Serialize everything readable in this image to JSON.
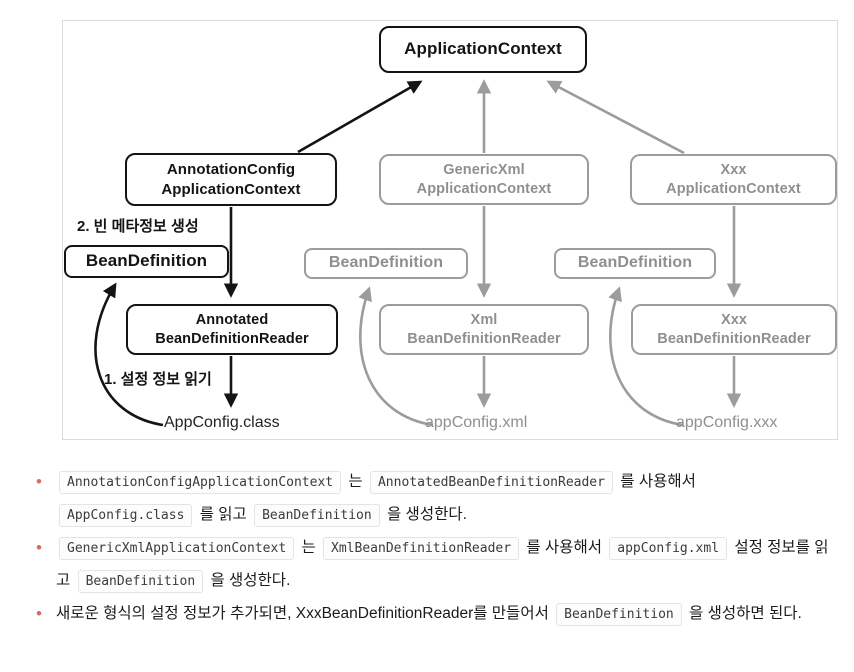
{
  "diagram": {
    "boxes": {
      "application_context": {
        "label": "ApplicationContext"
      },
      "annotation_config": {
        "line1": "AnnotationConfig",
        "line2": "ApplicationContext"
      },
      "generic_xml": {
        "line1": "GenericXml",
        "line2": "ApplicationContext"
      },
      "xxx_context": {
        "line1": "Xxx",
        "line2": "ApplicationContext"
      },
      "bean_definition_main": {
        "label": "BeanDefinition"
      },
      "bean_definition_xml": {
        "label": "BeanDefinition"
      },
      "bean_definition_xxx": {
        "label": "BeanDefinition"
      },
      "annotated_reader": {
        "line1": "Annotated",
        "line2": "BeanDefinitionReader"
      },
      "xml_reader": {
        "line1": "Xml",
        "line2": "BeanDefinitionReader"
      },
      "xxx_reader": {
        "line1": "Xxx",
        "line2": "BeanDefinitionReader"
      }
    },
    "labels": {
      "step2": "2. 빈 메타정보 생성",
      "step1": "1. 설정 정보 읽기",
      "app_config_class": "AppConfig.class",
      "app_config_xml": "appConfig.xml",
      "app_config_xxx": "appConfig.xxx"
    },
    "connections": [
      "AnnotationConfigApplicationContext -> ApplicationContext",
      "GenericXmlApplicationContext -> ApplicationContext",
      "XxxApplicationContext -> ApplicationContext",
      "AnnotationConfigApplicationContext -> AnnotatedBeanDefinitionReader",
      "AnnotatedBeanDefinitionReader -> AppConfig.class",
      "AppConfig.class -> BeanDefinition",
      "GenericXmlApplicationContext -> XmlBeanDefinitionReader",
      "XmlBeanDefinitionReader -> appConfig.xml",
      "appConfig.xml -> BeanDefinition",
      "XxxApplicationContext -> XxxBeanDefinitionReader",
      "XxxBeanDefinitionReader -> appConfig.xxx",
      "appConfig.xxx -> BeanDefinition"
    ],
    "colors": {
      "primary": "#141414",
      "secondary": "#9c9c9c",
      "frame_border": "#dcdcdc"
    }
  },
  "notes": {
    "bullet_glyph": "•",
    "bullet_color": "#d96a6a",
    "items": [
      {
        "segments": [
          {
            "code": true,
            "v": "AnnotationConfigApplicationContext"
          },
          {
            "code": false,
            "v": " 는 "
          },
          {
            "code": true,
            "v": "AnnotatedBeanDefinitionReader"
          },
          {
            "code": false,
            "v": " 를 사용해서 "
          },
          {
            "code": true,
            "v": "AppConfig.class"
          },
          {
            "code": false,
            "v": " 를 읽고 "
          },
          {
            "code": true,
            "v": "BeanDefinition"
          },
          {
            "code": false,
            "v": " 을 생성한다."
          }
        ]
      },
      {
        "segments": [
          {
            "code": true,
            "v": "GenericXmlApplicationContext"
          },
          {
            "code": false,
            "v": " 는 "
          },
          {
            "code": true,
            "v": "XmlBeanDefinitionReader"
          },
          {
            "code": false,
            "v": " 를 사용해서 "
          },
          {
            "code": true,
            "v": "appConfig.xml"
          },
          {
            "code": false,
            "v": " 설정 정보를 읽고 "
          },
          {
            "code": true,
            "v": "BeanDefinition"
          },
          {
            "code": false,
            "v": " 을 생성한다."
          }
        ]
      },
      {
        "segments": [
          {
            "code": false,
            "v": "새로운 형식의 설정 정보가 추가되면, XxxBeanDefinitionReader를 만들어서 "
          },
          {
            "code": true,
            "v": "BeanDefinition"
          },
          {
            "code": false,
            "v": " 을 생성하면 된다."
          }
        ]
      }
    ]
  }
}
